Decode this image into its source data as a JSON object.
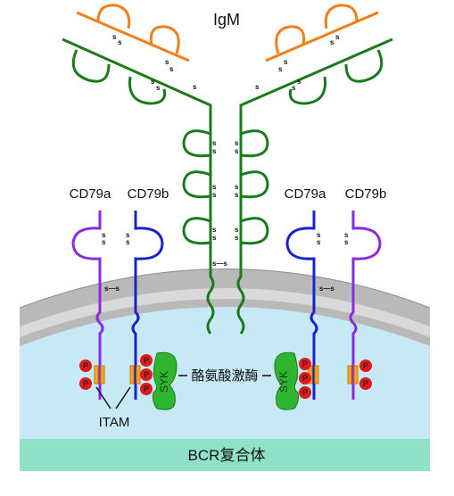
{
  "title": "IgM",
  "cd79_labels": {
    "left_a": "CD79a",
    "left_b": "CD79b",
    "right_a": "CD79a",
    "right_b": "CD79b"
  },
  "disulfide": {
    "s": "s",
    "ss_bond": "s—s"
  },
  "phospho": "P",
  "syk": "SYK",
  "kinase_label": "酪氨酸激酶",
  "itam": "ITAM",
  "footer": "BCR复合体",
  "colors": {
    "heavy_chain": "#1b7a1b",
    "light_chain": "#f07f1b",
    "cd79a": "#8a2be2",
    "cd79b": "#1a22cc",
    "membrane_outer": "#b9b9b9",
    "membrane_inner": "#d9d9d9",
    "cytoplasm": "#c7e8f5",
    "footer_band": "#8fe2c7",
    "syk": "#2fb52f",
    "phospho": "#e01919",
    "itam_box": "#f5a623"
  }
}
